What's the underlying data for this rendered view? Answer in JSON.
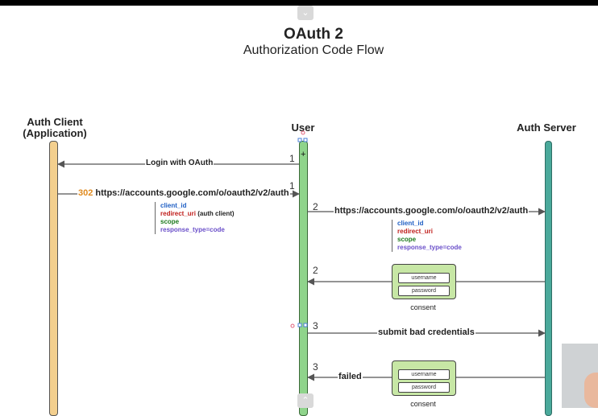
{
  "title": "OAuth 2",
  "subtitle": "Authorization Code Flow",
  "lanes": {
    "client": "Auth Client (Application)",
    "user": "User",
    "server": "Auth Server"
  },
  "messages": [
    {
      "step": "1",
      "text": "Login with OAuth"
    },
    {
      "step": "1",
      "code": "302",
      "text": "https://accounts.google.com/o/oauth2/v2/auth"
    },
    {
      "step": "2",
      "text": "https://accounts.google.com/o/oauth2/v2/auth"
    },
    {
      "step": "2",
      "text": ""
    },
    {
      "step": "3",
      "text": "submit bad credentials"
    },
    {
      "step": "3",
      "text": "failed"
    }
  ],
  "params_client": {
    "client_id": "client_id",
    "redirect_uri": "redirect_uri",
    "redirect_note": "(auth client)",
    "scope": "scope",
    "response_type": "response_type=code"
  },
  "params_server": {
    "client_id": "client_id",
    "redirect_uri": "redirect_uri",
    "scope": "scope",
    "response_type": "response_type=code"
  },
  "login_form": {
    "username": "username",
    "password": "password",
    "caption": "consent"
  },
  "colors": {
    "client_lifeline": "#f3cf8e",
    "user_lifeline": "#8fd48b",
    "server_lifeline": "#4aa99b",
    "form_fill": "#c7e7a5"
  }
}
